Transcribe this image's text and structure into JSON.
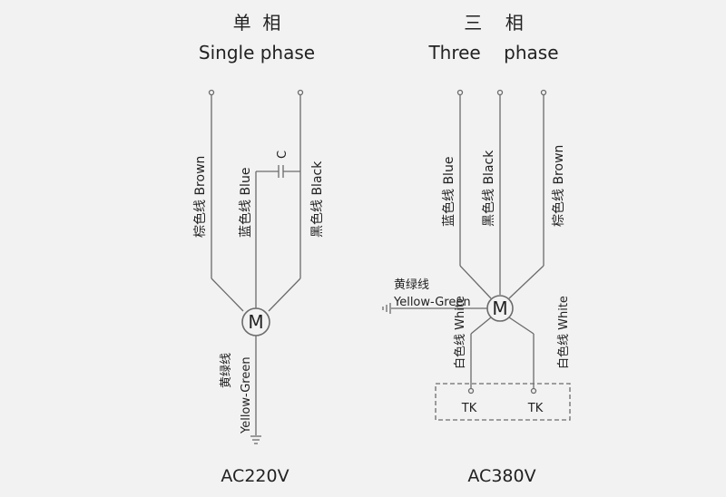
{
  "colors": {
    "background": "#f2f2f2",
    "line": "#6b6b6b",
    "text": "#222222"
  },
  "single_phase": {
    "title_cn": "单  相",
    "title_en": "Single phase",
    "wire_brown": "棕色线 Brown",
    "wire_blue": "蓝色线 Blue",
    "wire_black": "黑色线 Black",
    "capacitor": "C",
    "ground_cn": "黄绿线",
    "ground_en": "Yellow-Green",
    "motor": "M",
    "voltage": "AC220V"
  },
  "three_phase": {
    "title_cn": "三    相",
    "title_en": "Three    phase",
    "wire_blue": "蓝色线 Blue",
    "wire_black": "黑色线 Black",
    "wire_brown": "棕色线 Brown",
    "ground_cn": "黄绿线",
    "ground_en": "Yellow-Green",
    "motor": "M",
    "white_left": "白色线 White",
    "white_right": "白色线 White",
    "tk_left": "TK",
    "tk_right": "TK",
    "voltage": "AC380V"
  }
}
